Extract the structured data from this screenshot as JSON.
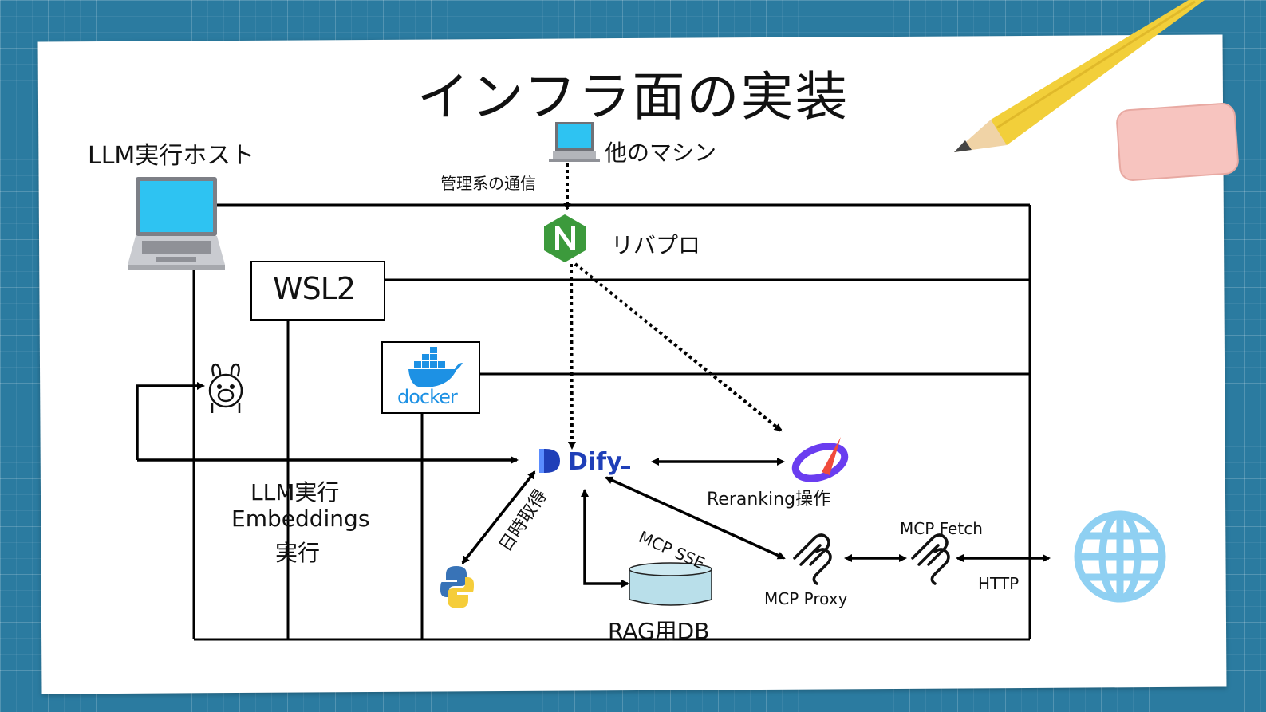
{
  "slide": {
    "title": "インフラ面の実装"
  },
  "labels": {
    "llm_host": "LLM実行ホスト",
    "other_machine": "他のマシン",
    "mgmt_comm": "管理系の通信",
    "reverse_proxy": "リバプロ",
    "wsl2": "WSL2",
    "docker": "docker",
    "dify": "Dify",
    "llm_exec_line1": "LLM実行",
    "llm_exec_line2": "Embeddings",
    "llm_exec_line3": "実行",
    "datetime_fetch": "日時取得",
    "reranking": "Reranking操作",
    "mcp_sse": "MCP SSE",
    "mcp_proxy": "MCP Proxy",
    "mcp_fetch": "MCP Fetch",
    "http": "HTTP",
    "rag_db": "RAG用DB"
  },
  "icons": {
    "laptop": "laptop-icon",
    "pc": "desktop-pc-icon",
    "nginx": "nginx-icon",
    "ollama": "llama-icon",
    "docker": "docker-whale-icon",
    "dify": "dify-logo-icon",
    "python": "python-icon",
    "rerank": "rerank-logo-icon",
    "mcp_proxy": "mcp-icon",
    "mcp_fetch": "mcp-icon",
    "globe": "globe-icon"
  },
  "colors": {
    "background": "#2b7ba0",
    "paper": "#ffffff",
    "nginx_green": "#3c9a3c",
    "docker_blue": "#1d91e4",
    "dify_blue": "#1f3fb8",
    "globe_blue": "#8fd0f2",
    "db_fill": "#b9dfea",
    "pencil_yellow": "#f2cf3a",
    "eraser_pink": "#f7c4bf"
  }
}
